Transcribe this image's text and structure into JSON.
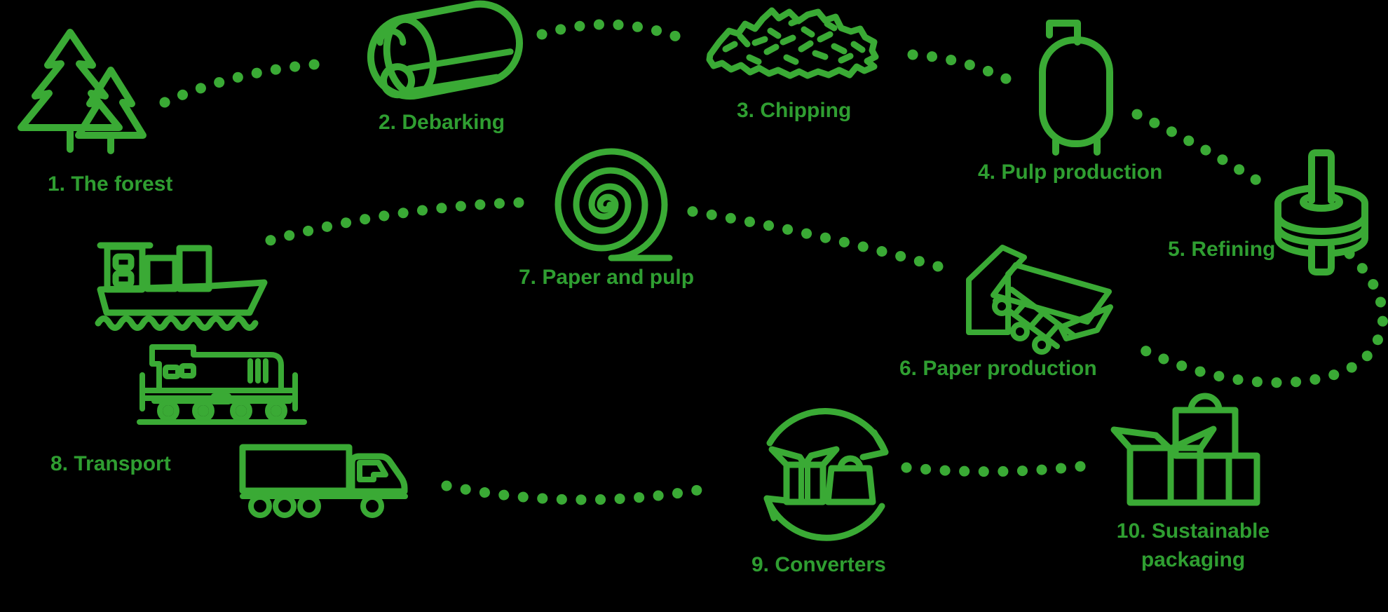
{
  "colors": {
    "line": "#3aaa35",
    "text": "#2f9e31",
    "dots": "#3aaa35",
    "background": "#000000"
  },
  "steps": [
    {
      "label": "1. The forest",
      "icon": "forest-trees-icon"
    },
    {
      "label": "2. Debarking",
      "icon": "debarking-log-icon"
    },
    {
      "label": "3. Chipping",
      "icon": "wood-chips-icon"
    },
    {
      "label": "4. Pulp production",
      "icon": "pulp-tank-icon"
    },
    {
      "label": "5. Refining",
      "icon": "refiner-disc-icon"
    },
    {
      "label": "6. Paper production",
      "icon": "paper-machine-icon"
    },
    {
      "label": "7. Paper and pulp",
      "icon": "paper-roll-icon"
    },
    {
      "label": "8. Transport",
      "icons": [
        "cargo-ship-icon",
        "train-icon",
        "truck-icon"
      ]
    },
    {
      "label": "9. Converters",
      "icon": "converters-recycle-icon"
    },
    {
      "label": "10. Sustainable packaging",
      "icon": "packaging-boxes-icon"
    }
  ]
}
